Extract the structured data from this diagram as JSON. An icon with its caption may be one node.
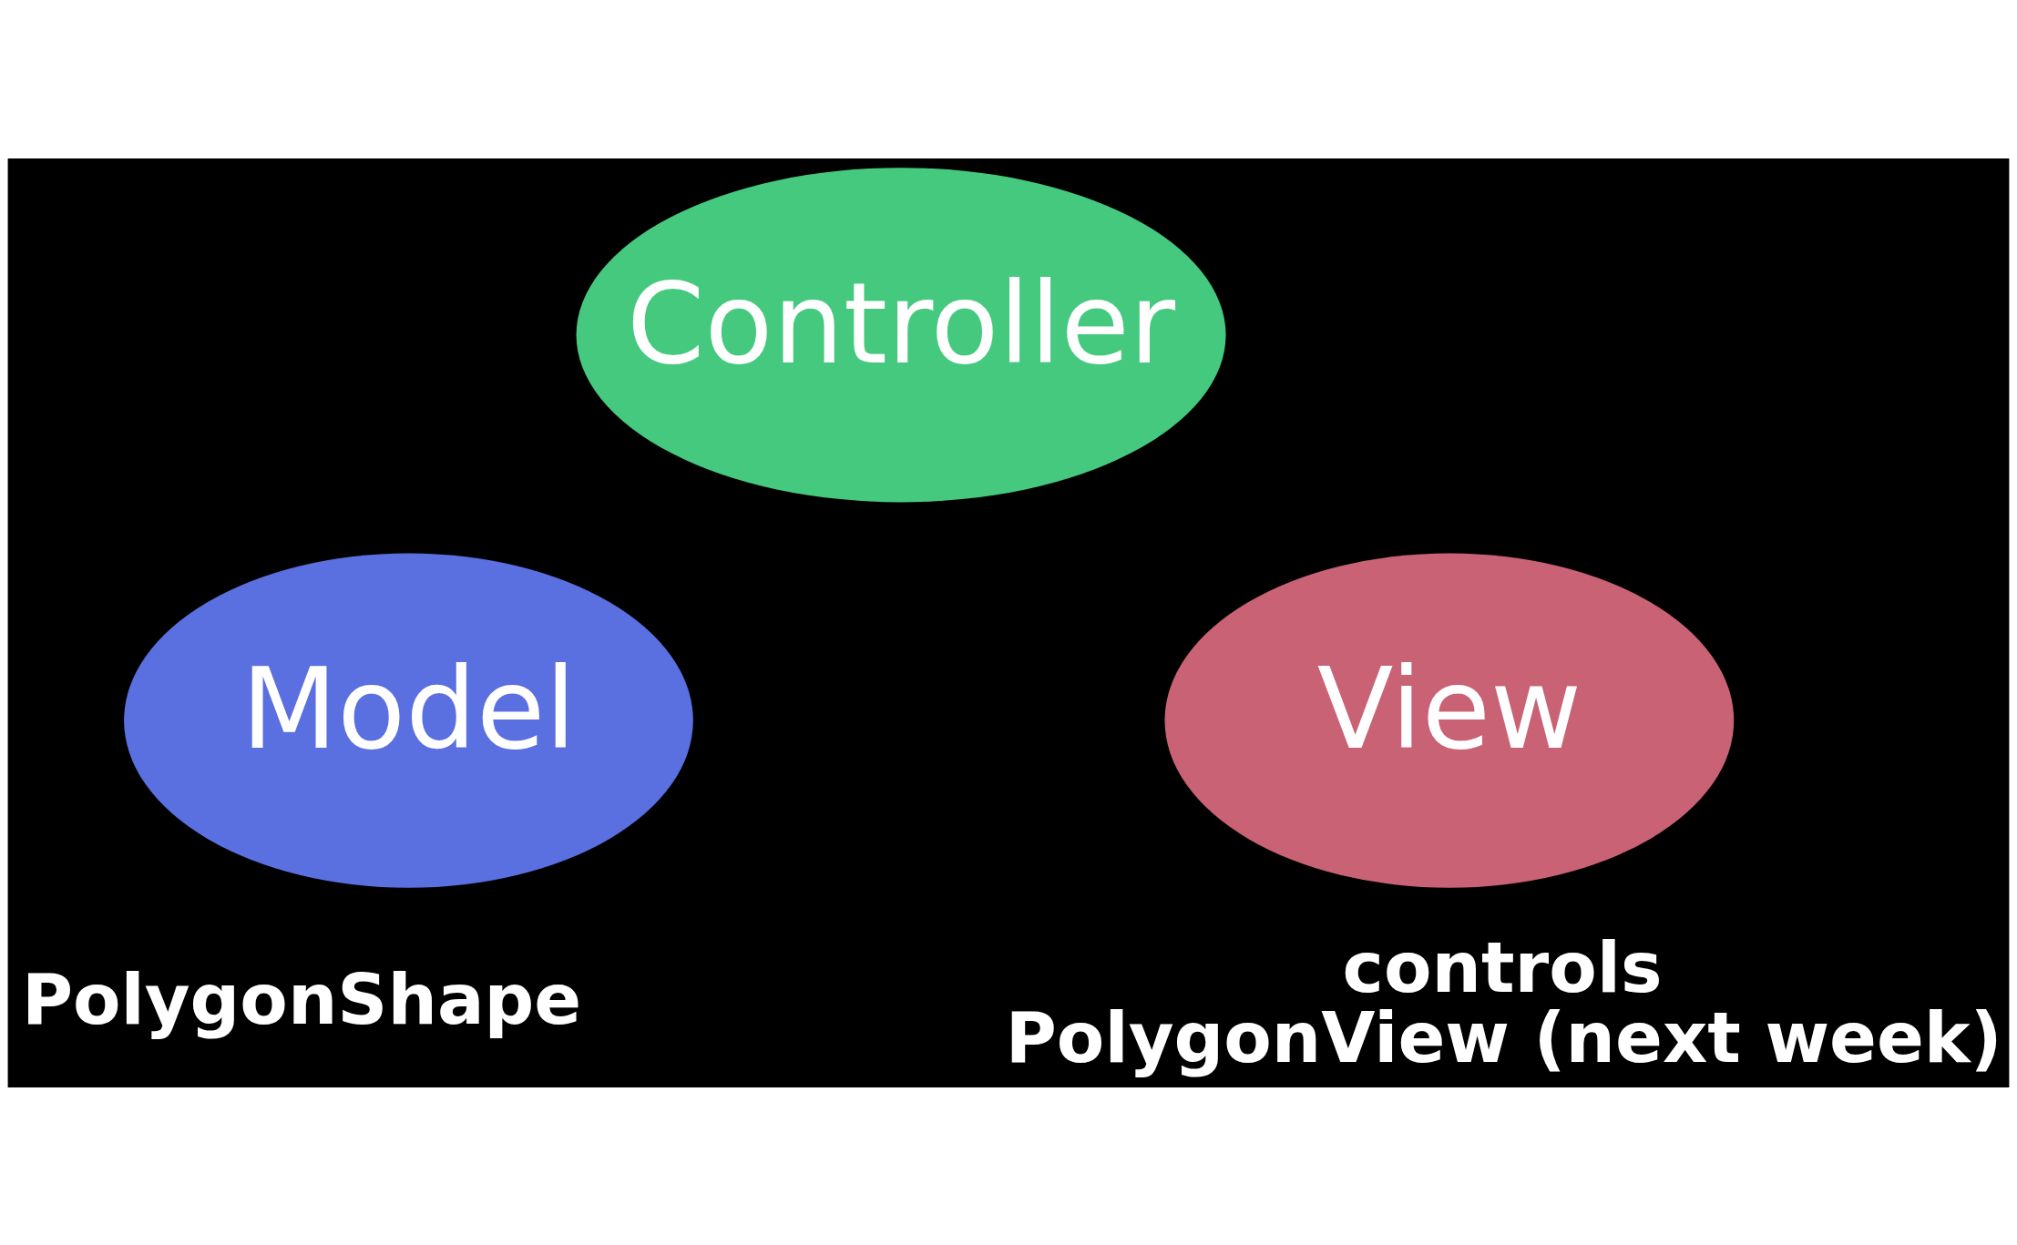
{
  "diagram": {
    "nodes": [
      {
        "text": [
          "Controller"
        ]
      },
      {
        "text": [
          "Model"
        ],
        "beside": [
          "PolygonShape"
        ]
      },
      {
        "text": [
          "View"
        ],
        "beside": [
          "controls",
          "PolygonView (next week)"
        ]
      }
    ],
    "edges": []
  }
}
